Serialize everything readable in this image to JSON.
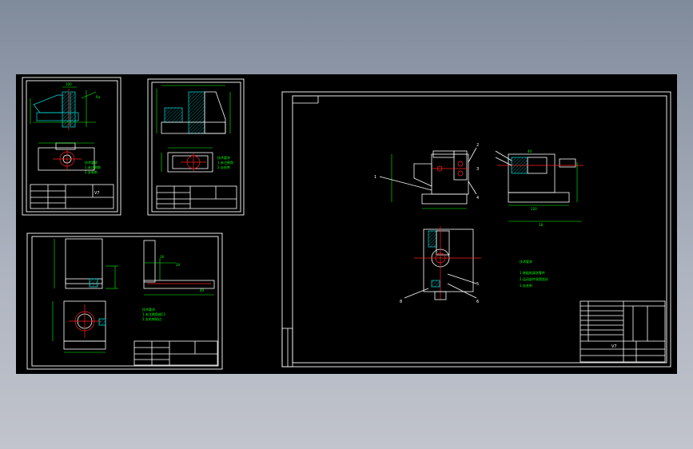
{
  "drawing_area": {
    "background": "#000000",
    "line_color": "#ffffff",
    "dim_color": "#00ff00",
    "section_color": "#00e0e0",
    "center_color": "#ff2020"
  },
  "sheets": [
    {
      "id": "sheet-1",
      "label": "sheet-top-left"
    },
    {
      "id": "sheet-2",
      "label": "sheet-top-middle"
    },
    {
      "id": "sheet-3",
      "label": "sheet-bottom-left"
    },
    {
      "id": "sheet-4",
      "label": "sheet-main-assembly"
    }
  ]
}
